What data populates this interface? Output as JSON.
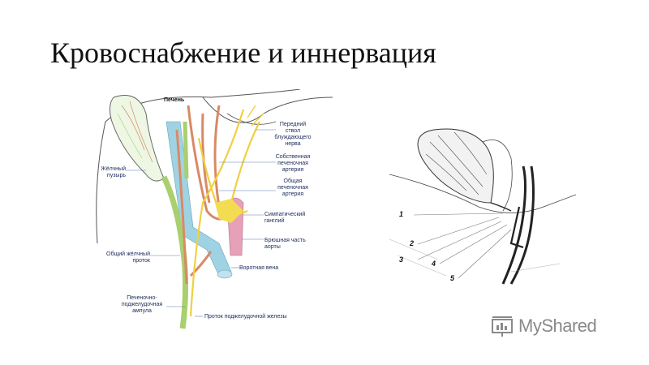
{
  "title": "Кровоснабжение и иннервация",
  "left_figure": {
    "labels": {
      "liver": "Печень",
      "vagus": "Передний\nствол\nблуждающего\nнерва",
      "proper_hepatic_artery": "Собственная\nпеченочная\nартерия",
      "common_hepatic_artery": "Общая\nпеченочная\nартерия",
      "sympathetic_ganglion": "Симпатический\nганглий",
      "abdominal_aorta": "Брюшная часть\nаорты",
      "portal_vein": "Воротная вена",
      "gallbladder": "Жёлчный\nпузырь",
      "common_bile_duct": "Общий жёлчный\nпроток",
      "hepatopancreatic_ampulla": "Печеночно-\nподжелудочная\nампула",
      "pancreatic_duct": "Проток поджелудочной железы"
    },
    "colors": {
      "liver_outline": "#555555",
      "gallbladder_fill": "#eef6e4",
      "portal_vein": "#9fd3e3",
      "aorta": "#e6a0b8",
      "artery": "#d88a66",
      "nerve": "#f0d040",
      "bile_duct": "#a9cf6e",
      "label_line": "#5a7fb5"
    }
  },
  "right_figure": {
    "numbers": [
      "1",
      "2",
      "3",
      "4",
      "5"
    ]
  },
  "watermark": {
    "text": "MyShared",
    "icon": "presentation-icon"
  }
}
